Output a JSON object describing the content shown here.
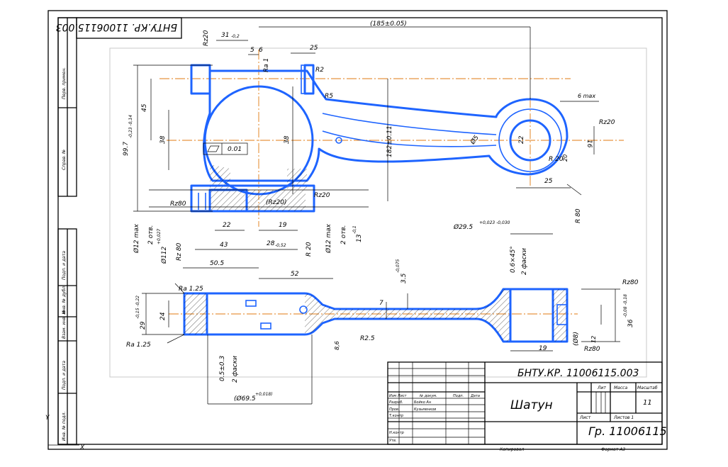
{
  "colors": {
    "contour": "#1e64ff",
    "axis": "#e07a10",
    "frame": "#000000",
    "title_text": "#1e50d8"
  },
  "stamp": {
    "document_code": "БНТУ.КР. 11006115.003",
    "name": "Шатун",
    "group": "Гр. 11006115",
    "headers": {
      "lit": "Лит",
      "mass": "Масса",
      "scale": "Масштаб",
      "sheet": "Лист",
      "sheets": "Листов 1"
    },
    "scale_value": "11",
    "rows": {
      "izm": "Изм Лист",
      "doc": "№ докум.",
      "sign": "Подп.",
      "date": "Дата",
      "razrab": "Разраб.",
      "razrab_name": "Бойко Ан",
      "prov": "Пров.",
      "prov_name": "Кузьменков",
      "tkontr": "Т.контр",
      "nkontr": "Н.контр",
      "utv": "Утв."
    },
    "copied": "Копировал",
    "format": "Формат  А3"
  },
  "side_labels": {
    "perv": "Перв. примен.",
    "sprav": "Справ. №",
    "podp_date": "Подп. и дата",
    "inv_dubl": "Инв. № дубл.",
    "vzam_inv": "Взам. инв. №",
    "podp_date2": "Подп. и дата",
    "inv_podl": "Инв. № подл."
  },
  "mirror_code": "БНТУ.КР. 11006115.003",
  "axis_label": "Y",
  "axis_label_x": "X",
  "dims": {
    "d185": "(185±0.05)",
    "d31": "31",
    "d31tol": "-0,2",
    "d5": "5",
    "d6": "6",
    "d25": "25",
    "rz20a": "Rz20",
    "ra1": "Ra 1",
    "r2": "R2",
    "r5": "R5",
    "d6max": "6 max",
    "rz20b": "Rz20",
    "d16": "16",
    "r20": "R 20",
    "d45": "45",
    "d997": "99.7",
    "d997tol": "-0,23 -0,14",
    "d38a": "38",
    "d38b": "38",
    "flat": "0.01",
    "d182": "182±0.11",
    "phi5": "Ø5",
    "d22a": "22",
    "d20": "20",
    "d25b": "25",
    "r80": "R 80",
    "rz80a": "Rz80",
    "rz20c": "(Rz20)",
    "rz20d": "Rz20",
    "d22b": "22",
    "d19a": "19",
    "d43": "43",
    "d28": "28",
    "d28tol": "-0,52",
    "d505": "50.5",
    "r20b": "R 20",
    "phi12a": "Ø12 max",
    "otv2a": "2 отв.",
    "phi112": "Ø112",
    "phi112tol": "+0,027",
    "rz80b": "Rz 80",
    "phi12b": "Ø12 max",
    "otv2b": "2 отв.",
    "d13": "13",
    "d13tol": "-0,1",
    "phi295": "Ø29.5",
    "phi295tol": "+0,023 -0,030",
    "d06": "0.6×45°",
    "fask2a": "2 фаски",
    "d52": "52",
    "d35": "3.5",
    "d35tol": "-0,075",
    "ra125a": "Ra 1.25",
    "rz80c": "Rz80",
    "d29": "29",
    "d29tol": "-0,15 -0,22",
    "d24": "24",
    "d7": "7",
    "d36": "36",
    "d36tol": "-0,08 -0,18",
    "ra125b": "Ra 1.25",
    "r25": "R2.5",
    "d86": "8,6",
    "d05": "0.5±0.3",
    "fask2b": "2 фаски",
    "phi695": "(Ø69.5",
    "phi695tol": "+0,018)",
    "d19b": "19",
    "phi8": "(Ø8)",
    "rz80d": "Rz80",
    "d12": "12"
  }
}
